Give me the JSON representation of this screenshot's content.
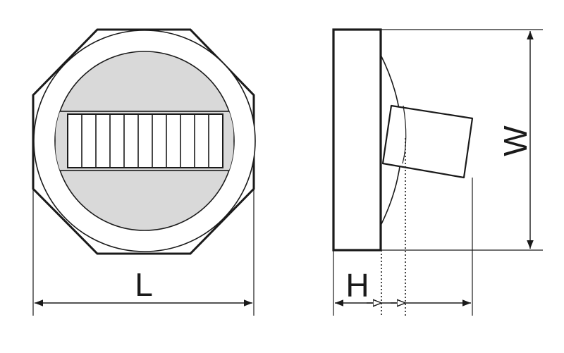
{
  "labels": {
    "length": "L",
    "height": "H",
    "width": "W"
  },
  "colors": {
    "stroke": "#1a1a1a",
    "fill_gray": "#d9d9d9",
    "background": "#ffffff"
  },
  "slider": {
    "rib_count": 11
  }
}
